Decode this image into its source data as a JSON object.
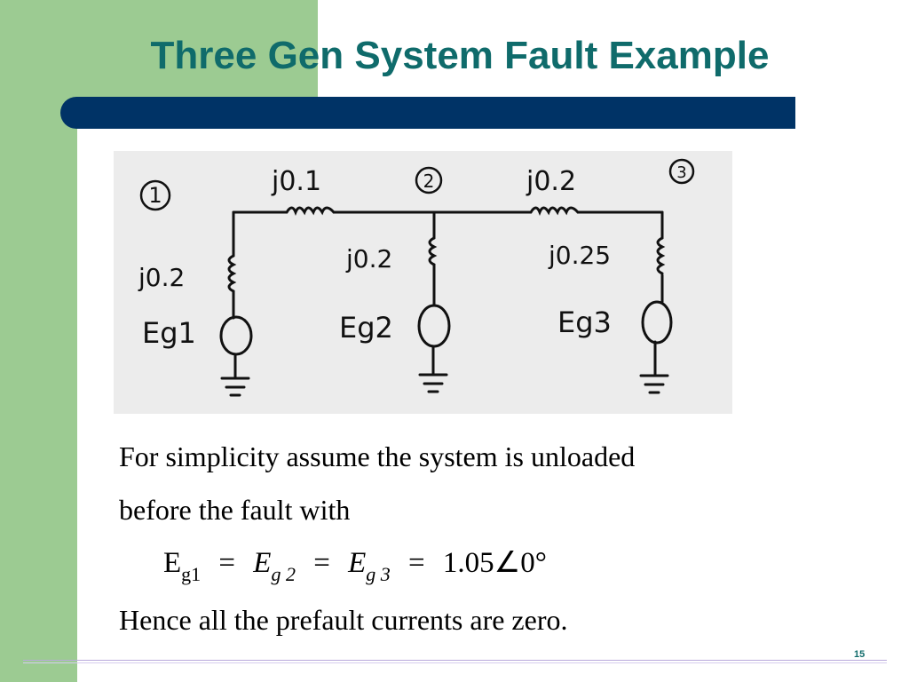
{
  "slide": {
    "title": "Three Gen System Fault Example",
    "page_number": "15",
    "colors": {
      "title": "#0f6b6b",
      "sidebar": "#9ccb92",
      "band": "#003366"
    }
  },
  "diagram": {
    "bus_labels": [
      "1",
      "2",
      "3"
    ],
    "line_impedances": [
      "j0.1",
      "j0.2"
    ],
    "gen_impedances": [
      "j0.2",
      "j0.2",
      "j0.25"
    ],
    "gen_labels": [
      "Eg1",
      "Eg2",
      "Eg3"
    ]
  },
  "content": {
    "line1": "For simplicity assume the system is unloaded",
    "line2": "before the fault with",
    "eq": {
      "e1": "E",
      "s1": "g1",
      "e2": "E",
      "s2": "g 2",
      "e3": "E",
      "s3": "g 3",
      "eq_sign": "=",
      "value": "1.05∠0°"
    },
    "line3": "Hence all the prefault currents are zero."
  }
}
